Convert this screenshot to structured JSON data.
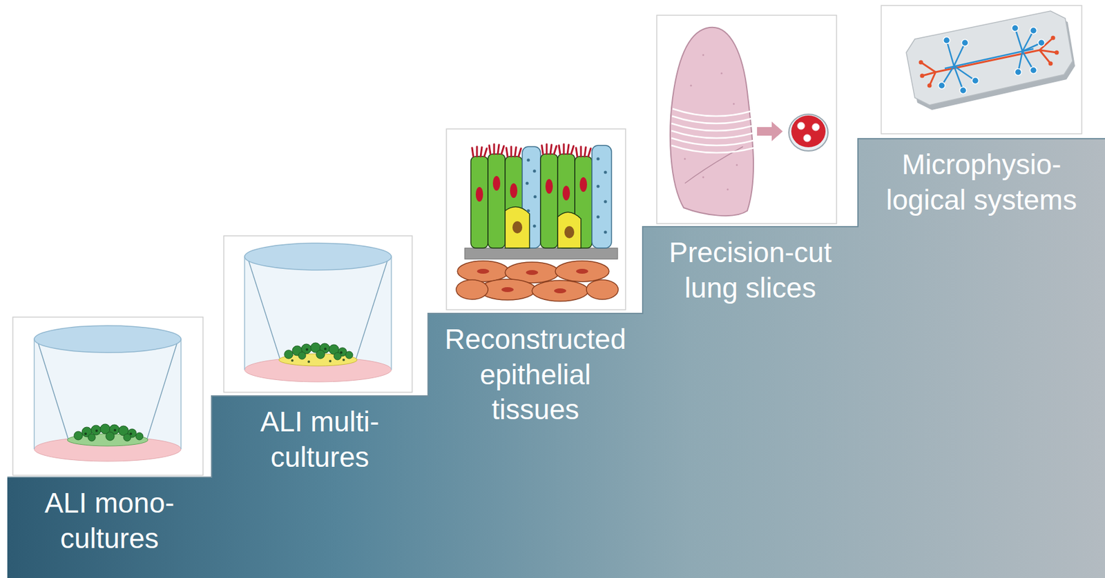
{
  "diagram": {
    "nodes": [
      {
        "text": [
          "ALI mono- cultures"
        ]
      },
      {
        "text": [
          "ALI multi- cultures"
        ]
      },
      {
        "text": [
          "Reconstructed epithelial tissues"
        ]
      },
      {
        "text": [
          "Precision-cut lung slices"
        ]
      },
      {
        "text": [
          "Microphysio- logical systems"
        ]
      }
    ]
  }
}
